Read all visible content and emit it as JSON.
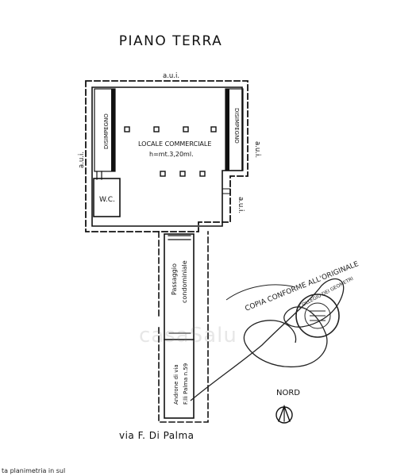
{
  "title": "PIANO TERRA",
  "labels": {
    "aui_top": "a.u.i.",
    "aui_left": "a.u.i.",
    "aui_right_top": "a.u.i.",
    "aui_right_bottom": "a.u.i.",
    "disimpegno_left": "DISIMPEGNO",
    "disimpegno_right": "DISIMPEGNO",
    "locale_line1": "LOCALE COMMERCIALE",
    "locale_line2": "h=mt.3,20ml.",
    "wc": "W.C.",
    "passaggio_line1": "Passaggio",
    "passaggio_line2": "condominiale",
    "androne_line1": "Androne di via",
    "androne_line2": "F.lli Palma n.59",
    "nord": "NORD"
  },
  "stamp": {
    "text": "COPIA CONFORME ALL'ORIGINALE",
    "seal_text": "COLLEGIO DEI GEOMETRI"
  },
  "street": "via F. Di Palma",
  "footer_note": "ta planimetria in sul",
  "watermark": "casaSalu"
}
